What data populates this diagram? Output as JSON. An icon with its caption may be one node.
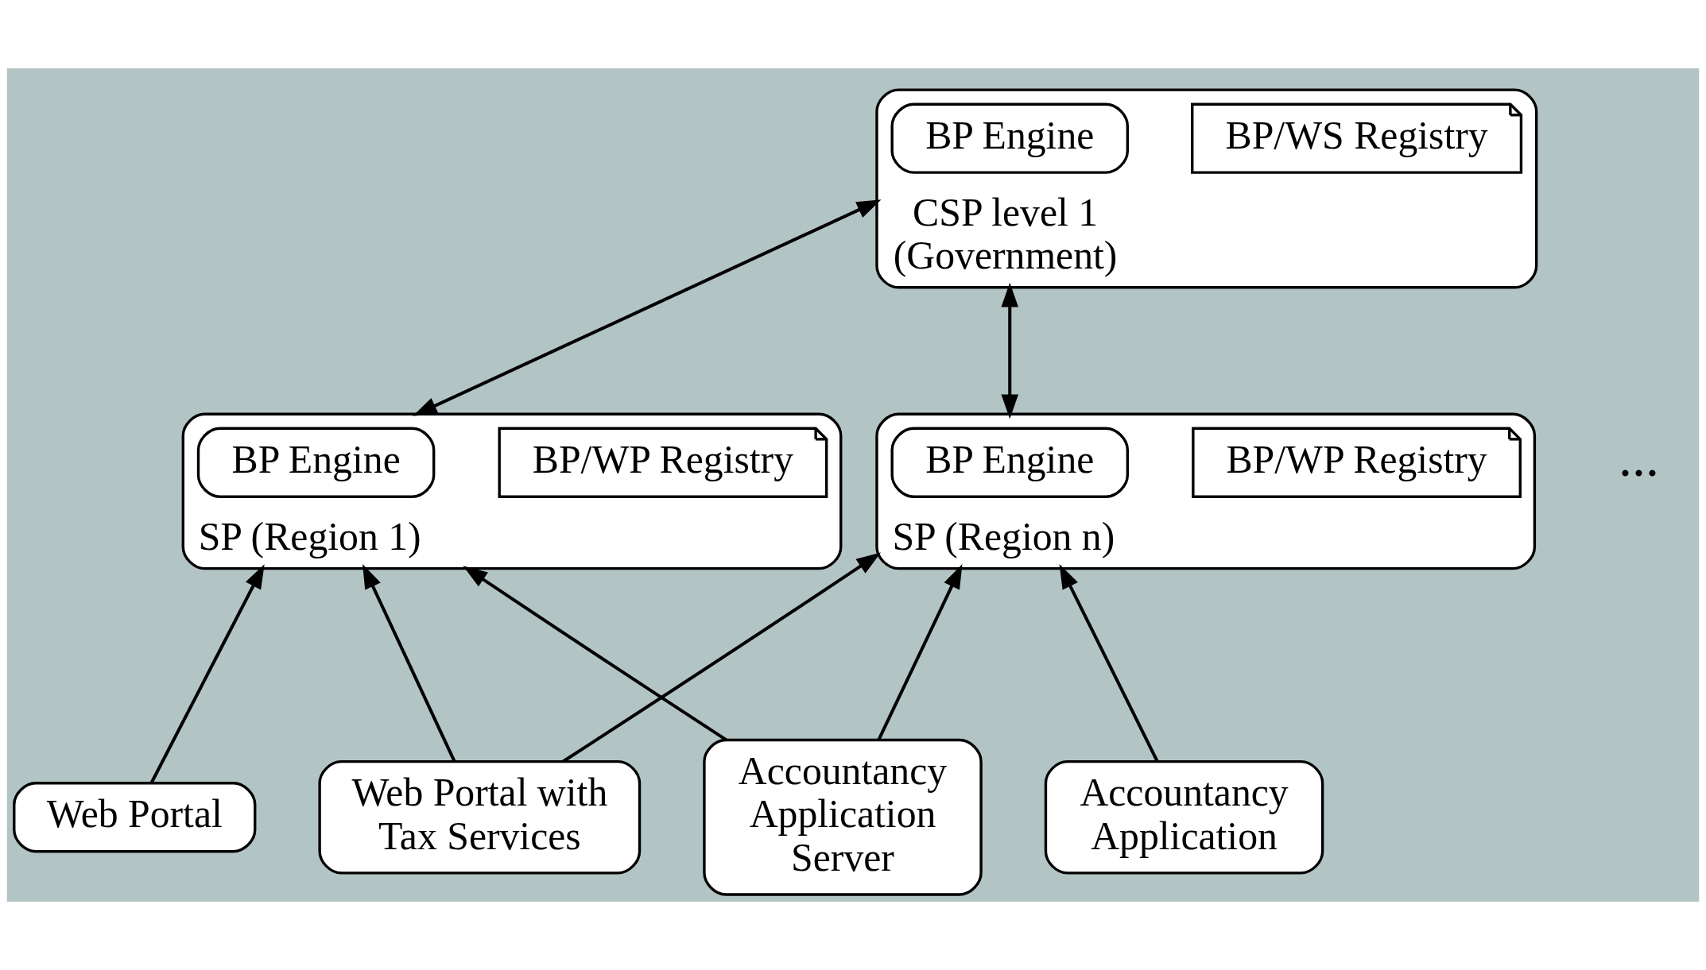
{
  "diagram": {
    "nodes": [
      {
        "text": [
          "CSP level 1 (Government)"
        ]
      },
      {
        "text": [
          "BP/WS Registry"
        ],
        "in": 0
      },
      {
        "text": [
          "BP Engine"
        ],
        "in": 0
      },
      {
        "text": [
          "SP (Region 1)"
        ]
      },
      {
        "text": [
          "BP/WP Registry"
        ],
        "in": 3
      },
      {
        "text": [
          "BP Engine"
        ],
        "in": 3
      },
      {
        "text": [
          "SP (Region n)"
        ]
      },
      {
        "text": [
          "BP/WP Registry"
        ],
        "in": 6
      },
      {
        "text": [
          "BP Engine"
        ],
        "in": 6
      },
      {
        "text": [
          "Accountancy Application Server"
        ]
      },
      {
        "text": [
          "Web Portal"
        ]
      },
      {
        "text": [
          "Web Portal with Tax Services"
        ]
      },
      {
        "text": [
          "Accountancy Application"
        ]
      }
    ],
    "edges": [
      {
        "from": 0,
        "to": 3,
        "arrow": "both"
      },
      {
        "from": 0,
        "to": 6,
        "arrow": "both"
      },
      {
        "from": 9,
        "to": 3,
        "arrow": "to"
      },
      {
        "from": 9,
        "to": 6,
        "arrow": "to"
      },
      {
        "from": 10,
        "to": 3,
        "arrow": "to"
      },
      {
        "from": 11,
        "to": 3,
        "arrow": "to"
      },
      {
        "from": 11,
        "to": 6,
        "arrow": "to"
      },
      {
        "from": 12,
        "to": 6,
        "arrow": "to"
      }
    ],
    "labels": [
      "..."
    ]
  }
}
